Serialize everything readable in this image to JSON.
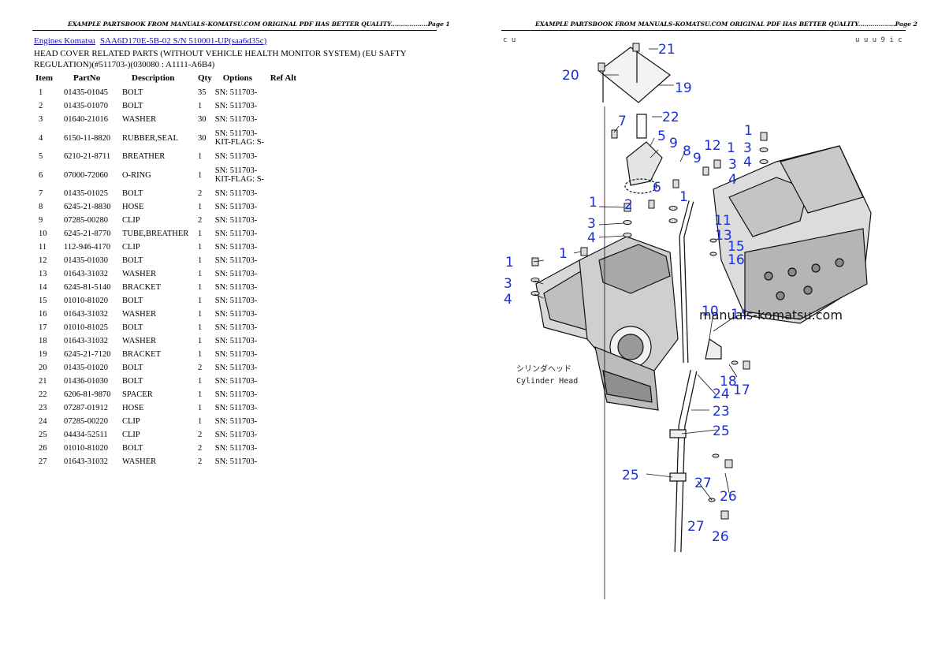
{
  "banner": {
    "page1": "EXAMPLE PARTSBOOK FROM MANUALS-KOMATSU.COM ORIGINAL PDF HAS BETTER QUALITY..................Page 1",
    "page2": "EXAMPLE PARTSBOOK FROM MANUALS-KOMATSU.COM ORIGINAL PDF HAS BETTER QUALITY..................Page 2"
  },
  "breadcrumb": {
    "link1": "Engines Komatsu",
    "link2": "SAA6D170E-5B-02 S/N 510001-UP(saa6d35c)"
  },
  "title": "HEAD COVER RELATED PARTS (WITHOUT VEHICLE HEALTH MONITOR SYSTEM) (EU SAFTY REGULATION)(#511703-)(030080 : A1111-A6B4)",
  "table": {
    "headers": [
      "Item",
      "PartNo",
      "Description",
      "Qty",
      "Options",
      "Ref Alt"
    ],
    "rows": [
      {
        "item": "1",
        "part": "01435-01045",
        "desc": "BOLT",
        "qty": "35",
        "opt": [
          "SN: 511703-"
        ]
      },
      {
        "item": "2",
        "part": "01435-01070",
        "desc": "BOLT",
        "qty": "1",
        "opt": [
          "SN: 511703-"
        ]
      },
      {
        "item": "3",
        "part": "01640-21016",
        "desc": "WASHER",
        "qty": "30",
        "opt": [
          "SN: 511703-"
        ]
      },
      {
        "item": "4",
        "part": "6150-11-8820",
        "desc": "RUBBER,SEAL",
        "qty": "30",
        "opt": [
          "SN: 511703-",
          "KIT-FLAG: S-"
        ]
      },
      {
        "item": "5",
        "part": "6210-21-8711",
        "desc": "BREATHER",
        "qty": "1",
        "opt": [
          "SN: 511703-"
        ]
      },
      {
        "item": "6",
        "part": "07000-72060",
        "desc": "O-RING",
        "qty": "1",
        "opt": [
          "SN: 511703-",
          "KIT-FLAG: S-"
        ]
      },
      {
        "item": "7",
        "part": "01435-01025",
        "desc": "BOLT",
        "qty": "2",
        "opt": [
          "SN: 511703-"
        ]
      },
      {
        "item": "8",
        "part": "6245-21-8830",
        "desc": "HOSE",
        "qty": "1",
        "opt": [
          "SN: 511703-"
        ]
      },
      {
        "item": "9",
        "part": "07285-00280",
        "desc": "CLIP",
        "qty": "2",
        "opt": [
          "SN: 511703-"
        ]
      },
      {
        "item": "10",
        "part": "6245-21-8770",
        "desc": "TUBE,BREATHER",
        "qty": "1",
        "opt": [
          "SN: 511703-"
        ]
      },
      {
        "item": "11",
        "part": "112-946-4170",
        "desc": "CLIP",
        "qty": "1",
        "opt": [
          "SN: 511703-"
        ]
      },
      {
        "item": "12",
        "part": "01435-01030",
        "desc": "BOLT",
        "qty": "1",
        "opt": [
          "SN: 511703-"
        ]
      },
      {
        "item": "13",
        "part": "01643-31032",
        "desc": "WASHER",
        "qty": "1",
        "opt": [
          "SN: 511703-"
        ]
      },
      {
        "item": "14",
        "part": "6245-81-5140",
        "desc": "BRACKET",
        "qty": "1",
        "opt": [
          "SN: 511703-"
        ]
      },
      {
        "item": "15",
        "part": "01010-81020",
        "desc": "BOLT",
        "qty": "1",
        "opt": [
          "SN: 511703-"
        ]
      },
      {
        "item": "16",
        "part": "01643-31032",
        "desc": "WASHER",
        "qty": "1",
        "opt": [
          "SN: 511703-"
        ]
      },
      {
        "item": "17",
        "part": "01010-81025",
        "desc": "BOLT",
        "qty": "1",
        "opt": [
          "SN: 511703-"
        ]
      },
      {
        "item": "18",
        "part": "01643-31032",
        "desc": "WASHER",
        "qty": "1",
        "opt": [
          "SN: 511703-"
        ]
      },
      {
        "item": "19",
        "part": "6245-21-7120",
        "desc": "BRACKET",
        "qty": "1",
        "opt": [
          "SN: 511703-"
        ]
      },
      {
        "item": "20",
        "part": "01435-01020",
        "desc": "BOLT",
        "qty": "2",
        "opt": [
          "SN: 511703-"
        ]
      },
      {
        "item": "21",
        "part": "01436-01030",
        "desc": "BOLT",
        "qty": "1",
        "opt": [
          "SN: 511703-"
        ]
      },
      {
        "item": "22",
        "part": "6206-81-9870",
        "desc": "SPACER",
        "qty": "1",
        "opt": [
          "SN: 511703-"
        ]
      },
      {
        "item": "23",
        "part": "07287-01912",
        "desc": "HOSE",
        "qty": "1",
        "opt": [
          "SN: 511703-"
        ]
      },
      {
        "item": "24",
        "part": "07285-00220",
        "desc": "CLIP",
        "qty": "1",
        "opt": [
          "SN: 511703-"
        ]
      },
      {
        "item": "25",
        "part": "04434-52511",
        "desc": "CLIP",
        "qty": "2",
        "opt": [
          "SN: 511703-"
        ]
      },
      {
        "item": "26",
        "part": "01010-81020",
        "desc": "BOLT",
        "qty": "2",
        "opt": [
          "SN: 511703-"
        ]
      },
      {
        "item": "27",
        "part": "01643-31032",
        "desc": "WASHER",
        "qty": "2",
        "opt": [
          "SN: 511703-"
        ]
      }
    ]
  },
  "diagram": {
    "corner_left": "c u",
    "corner_right": "u u u 9 i c",
    "jp_label": "シリンダヘッド",
    "en_label": "Cylinder Head",
    "watermark": "manuals-komatsu.com",
    "callouts": [
      "21",
      "20",
      "19",
      "22",
      "7",
      "5",
      "9",
      "8",
      "9",
      "12",
      "1",
      "1",
      "3",
      "4",
      "6",
      "1",
      "2",
      "1",
      "3",
      "4",
      "1",
      "11",
      "13",
      "15",
      "16",
      "1",
      "3",
      "4",
      "10",
      "14",
      "18",
      "24",
      "17",
      "23",
      "25",
      "25",
      "27",
      "26",
      "27",
      "26",
      "3",
      "4"
    ],
    "callout_color": "#1a2fd6"
  }
}
